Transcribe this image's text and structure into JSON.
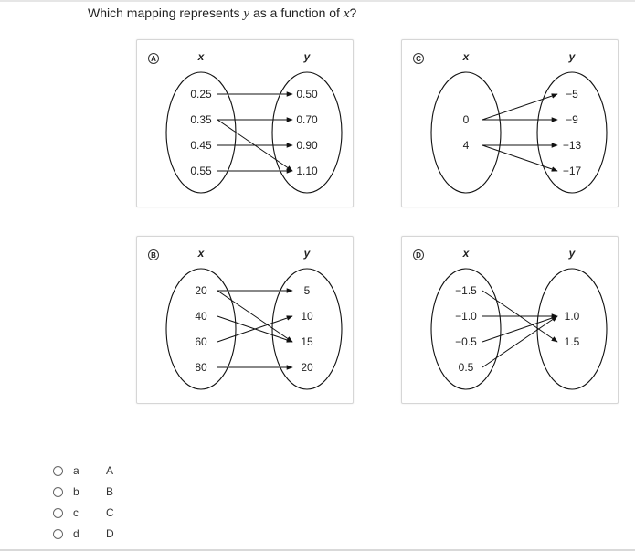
{
  "question": {
    "prefix": "Which mapping represents ",
    "var_y": "y",
    "middle": " as a function of ",
    "var_x": "x",
    "suffix": "?"
  },
  "panels": [
    {
      "id": "A",
      "badge": "A",
      "x_label": "x",
      "y_label": "y",
      "domain": [
        "0.25",
        "0.35",
        "0.45",
        "0.55"
      ],
      "range": [
        "0.50",
        "0.70",
        "0.90",
        "1.10"
      ],
      "arrows": [
        [
          0,
          0
        ],
        [
          1,
          1
        ],
        [
          1,
          3
        ],
        [
          2,
          2
        ],
        [
          3,
          3
        ]
      ]
    },
    {
      "id": "C",
      "badge": "C",
      "x_label": "x",
      "y_label": "y",
      "domain": [
        "",
        "0",
        "4",
        ""
      ],
      "range": [
        "−5",
        "−9",
        "−13",
        "−17"
      ],
      "arrows": [
        [
          1,
          0
        ],
        [
          1,
          1
        ],
        [
          2,
          2
        ],
        [
          2,
          3
        ]
      ]
    },
    {
      "id": "B",
      "badge": "B",
      "x_label": "x",
      "y_label": "y",
      "domain": [
        "20",
        "40",
        "60",
        "80"
      ],
      "range": [
        "5",
        "10",
        "15",
        "20"
      ],
      "arrows": [
        [
          0,
          0
        ],
        [
          0,
          2
        ],
        [
          1,
          2
        ],
        [
          2,
          1
        ],
        [
          3,
          3
        ]
      ]
    },
    {
      "id": "D",
      "badge": "D",
      "x_label": "x",
      "y_label": "y",
      "domain": [
        "−1.5",
        "−1.0",
        "−0.5",
        "0.5"
      ],
      "range": [
        "",
        "1.0",
        "1.5",
        ""
      ],
      "arrows": [
        [
          0,
          2
        ],
        [
          1,
          1
        ],
        [
          2,
          1
        ],
        [
          3,
          1
        ]
      ]
    }
  ],
  "options": [
    {
      "letter": "a",
      "value": "A"
    },
    {
      "letter": "b",
      "value": "B"
    },
    {
      "letter": "c",
      "value": "C"
    },
    {
      "letter": "d",
      "value": "D"
    }
  ]
}
